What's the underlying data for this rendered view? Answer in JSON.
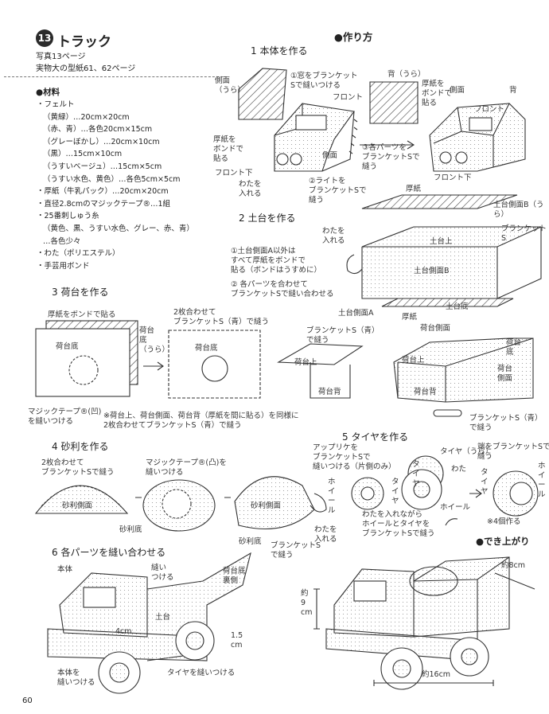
{
  "header": {
    "number": "13",
    "title": "トラック",
    "photo_ref": "写真13ページ",
    "pattern_ref": "実物大の型紙61、62ページ"
  },
  "materials": {
    "heading": "●材料",
    "items": [
      "・フェルト",
      "（黄緑）…20cm×20cm",
      "（赤、青）…各色20cm×15cm",
      "（グレーぼかし）…20cm×10cm",
      "（黒）…15cm×10cm",
      "（うすいベージュ）…15cm×5cm",
      "（うすい水色、黄色）…各色5cm×5cm",
      "・厚紙（牛乳パック）…20cm×20cm",
      "・直径2.8cmのマジックテープ®…1組",
      "・25番刺しゅう糸",
      "（黄色、黒、うすい水色、グレー、赤、青）",
      "…各色少々",
      "・わた（ポリエステル）",
      "・手芸用ボンド"
    ]
  },
  "howto": {
    "heading": "●作り方"
  },
  "steps": {
    "s1": {
      "title": "1  本体を作る",
      "labels": {
        "side_back": "側面\n（うら）",
        "note1": "①窓をブランケットSで縫いつける",
        "back_ura": "背（うら）",
        "glue_back": "厚紙を\nボンドで\n貼る",
        "front": "フロント",
        "side": "側面",
        "back": "背",
        "front2": "フロント",
        "glue_board": "厚紙を\nボンドで\n貼る",
        "side2": "側面",
        "note3": "③各パーツを\nブランケットSで\n縫う",
        "front_bottom": "フロント下",
        "cotton": "わたを\n入れる",
        "note2": "②ライトを\nブランケットSで\n縫う",
        "front_bottom2": "フロント下"
      }
    },
    "s2": {
      "title": "2  土台を作る",
      "labels": {
        "board": "厚紙",
        "base_side_b_ura": "土台側面B（うら）",
        "cotton": "わたを\n入れる",
        "blanket": "ブランケットS",
        "base_top": "土台上",
        "note1": "①土台側面A以外は\nすべて厚紙をボンドで\n貼る（ボンドはうすめに）",
        "note2": "② 各パーツを合わせて\nブランケットSで縫い合わせる",
        "base_side_b": "土台側面B",
        "base_side_a": "土台側面A",
        "board2": "厚紙",
        "base_bottom": "土台底"
      }
    },
    "s3": {
      "title": "3  荷台を作る",
      "labels": {
        "glue_board": "厚紙をボンドで貼る",
        "stitch2": "2枚合わせて\nブランケットS（青）で縫う",
        "bed_bottom": "荷台底",
        "bed_bottom_ura": "荷台\n底\n（うら）",
        "bed_bottom2": "荷台底",
        "magic_tape": "マジックテープ®(凹)\nを縫いつける",
        "note": "※荷台上、荷台側面、荷台背（厚紙を間に貼る）を同様に\n2枚合わせてブランケットS（青）で縫う",
        "blanket_blue": "ブランケットS（青）\nで縫う",
        "bed_top": "荷台上",
        "bed_back": "荷台背",
        "bed_side": "荷台側面",
        "bed_bottom3": "荷台\n底",
        "bed_top2": "荷台上",
        "bed_back2": "荷台背",
        "bed_side2": "荷台\n側面",
        "blanket_blue2": "ブランケットS（青）で縫う"
      }
    },
    "s4": {
      "title": "4  砂利を作る",
      "labels": {
        "stitch2": "2枚合わせて\nブランケットSで縫う",
        "magic_tape": "マジックテープ®(凸)を\n縫いつける",
        "gravel_side": "砂利側面",
        "gravel_bottom": "砂利底",
        "gravel_side2": "砂利側面",
        "cotton": "わたを\n入れる",
        "gravel_bottom2": "砂利底",
        "blanket": "ブランケットS\nで縫う"
      }
    },
    "s5": {
      "title": "5  タイヤを作る",
      "labels": {
        "applique": "アップリケを\nブランケットSで\n縫いつける（片側のみ）",
        "tire_ura": "タイヤ（うら）",
        "cotton": "わた",
        "edge_stitch": "端をブランケットSで\n縫う",
        "wheel": "ホイール",
        "tire": "タイヤ",
        "tire2": "タイヤ",
        "wheel2": "ホイール",
        "tire3": "タイヤ",
        "wheel3": "ホイール",
        "note": "わたを入れながら\nホイールとタイヤを\nブランケットSで縫う",
        "make4": "※4個作る"
      }
    },
    "s6": {
      "title": "6  各パーツを縫い合わせる",
      "labels": {
        "body": "本体",
        "stitch_on": "縫い\nつける",
        "bed_bottom_back": "荷台底\n裏側",
        "base": "土台",
        "cm4": "4cm",
        "cm15": "1.5\ncm",
        "sew_body": "本体を\n縫いつける",
        "sew_tire": "タイヤを縫いつける"
      }
    },
    "done": {
      "title": "●でき上がり",
      "approx8": "約8cm",
      "approx9": "約\n9\ncm",
      "approx16": "約16cm"
    }
  },
  "page_number": "60"
}
